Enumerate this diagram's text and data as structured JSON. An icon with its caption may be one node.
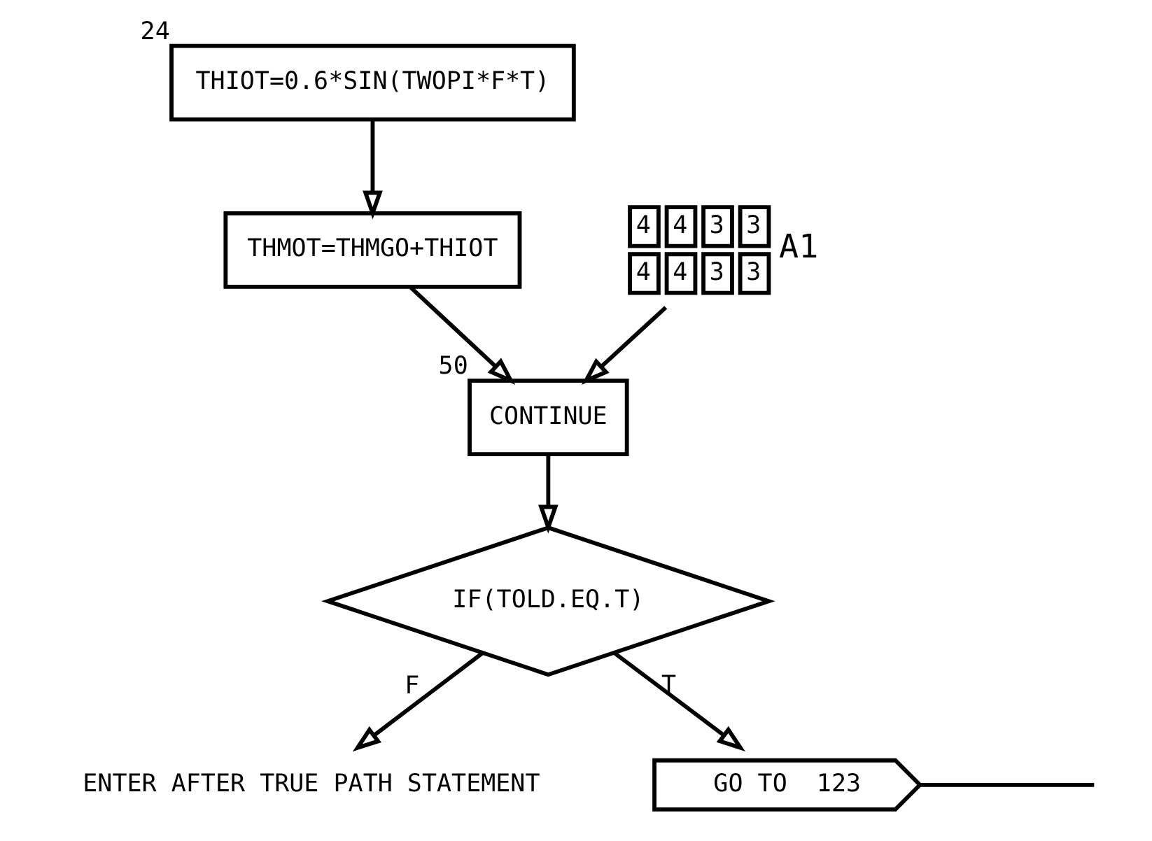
{
  "diagram": {
    "nodes": [
      {
        "text": [
          "THIOT=0.6*SIN(TWOPI*F*T)"
        ],
        "beside": [
          "24"
        ]
      },
      {
        "text": [
          "THMOT=THMGO+THIOT"
        ]
      },
      {
        "text": [
          "4",
          "4",
          "3",
          "3",
          "4",
          "4",
          "3",
          "3",
          "A1"
        ]
      },
      {
        "text": [
          "CONTINUE"
        ],
        "beside": [
          "50"
        ]
      },
      {
        "text": [
          "IF(TOLD.EQ.T)"
        ]
      },
      {
        "text": [
          "ENTER AFTER TRUE PATH STATEMENT"
        ]
      },
      {
        "text": [
          "GO TO  123"
        ]
      }
    ],
    "edges": [
      {
        "from": 0,
        "to": 1,
        "arrow": "to"
      },
      {
        "from": 1,
        "to": 3,
        "arrow": "to"
      },
      {
        "from": 2,
        "to": 3,
        "arrow": "to"
      },
      {
        "from": 3,
        "to": 4,
        "arrow": "to"
      },
      {
        "from": 4,
        "to": 5,
        "arrow": "to",
        "label": "F"
      },
      {
        "from": 4,
        "to": 6,
        "arrow": "to",
        "label": "T"
      },
      {
        "from": 6,
        "to": null,
        "arrow": "none"
      }
    ]
  }
}
